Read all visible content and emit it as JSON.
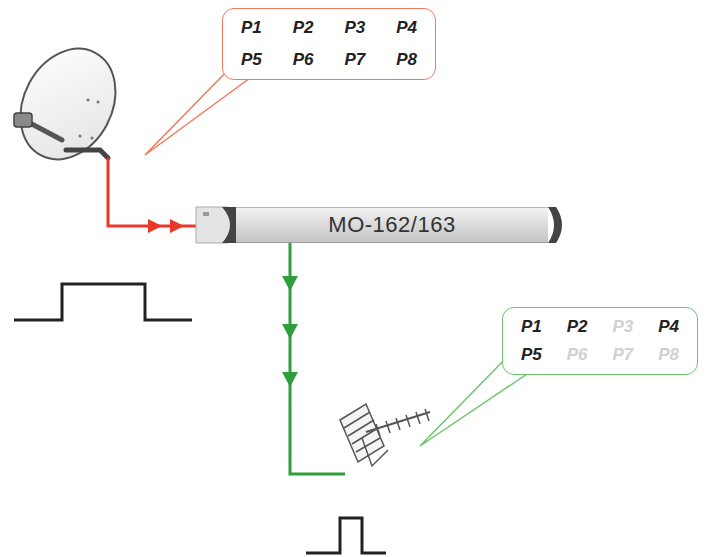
{
  "diagram": {
    "nodes": [
      {
        "text": [
          "P1",
          "P2",
          "P3",
          "P4",
          "P5",
          "P6",
          "P7",
          "P8"
        ]
      },
      {
        "text": [
          "MO-162/163"
        ]
      },
      {
        "text": [
          "P1",
          "P2",
          "P3",
          "P4",
          "P5",
          "P6",
          "P7",
          "P8"
        ]
      }
    ]
  }
}
